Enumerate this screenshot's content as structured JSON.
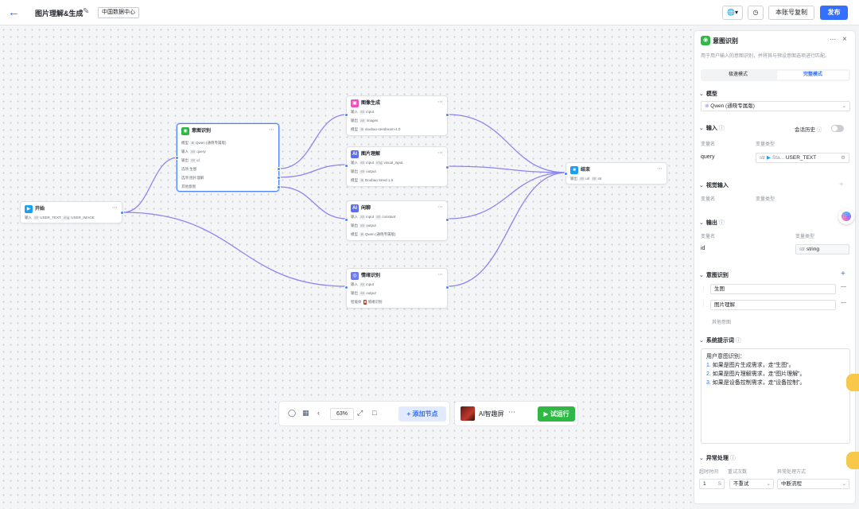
{
  "header": {
    "title": "图片理解&生成",
    "region": "中国数据中心",
    "copy_btn": "本账号复制",
    "publish_btn": "发布"
  },
  "nodes": {
    "start": {
      "title": "开始",
      "r1_k": "输入",
      "r1_a": "USER_TEXT",
      "r1_b": "USER_IMAGE"
    },
    "intent": {
      "title": "意图识别",
      "r1_k": "模型",
      "r1_v": "Qwen (通晓专属版)",
      "r2_k": "输入",
      "r2_v": "query",
      "r3_k": "输出",
      "r3_v": "id",
      "r4_k": "选项",
      "r4_v": "生图",
      "r5_k": "选项",
      "r5_v": "图片理解",
      "r6": "其他意图"
    },
    "imggen": {
      "title": "图像生成",
      "r1_k": "输入",
      "r1_v": "input",
      "r2_k": "输出",
      "r2_v": "images",
      "r3_k": "模型",
      "r3_v": "doubao-seedream-4.0"
    },
    "imgund": {
      "title": "图片理解",
      "r1_k": "输入",
      "r1_a": "input",
      "r1_b": "visual_input",
      "r2_k": "输出",
      "r2_v": "output",
      "r3_k": "模型",
      "r3_v": "Doubao Seed 1.6"
    },
    "chat": {
      "title": "闲聊",
      "r1_k": "输入",
      "r1_a": "input",
      "r1_b": "constant",
      "r2_k": "输出",
      "r2_v": "output",
      "r3_k": "模型",
      "r3_v": "Qwen (通晓专属版)"
    },
    "emotion": {
      "title": "情绪识别",
      "r1_k": "输入",
      "r1_v": "input",
      "r2_k": "输出",
      "r2_v": "output",
      "r3_k": "智能体",
      "r3_v": "情绪识别"
    },
    "end": {
      "title": "结束",
      "r1_k": "输出",
      "r1_a": "url",
      "r1_b": "str"
    }
  },
  "toolbar": {
    "zoom": "63%",
    "add_node": "添加节点",
    "agent_name": "AI智趣屏",
    "run": "试运行"
  },
  "panel": {
    "title": "意图识别",
    "desc": "用于用户输入的意图识别，并将其与预设意图选项进行匹配。",
    "mode_fast": "极速模式",
    "mode_full": "完整模式",
    "model_sec": "模型",
    "model_val": "Qwen (通晓专属版)",
    "input_sec": "输入",
    "history_lbl": "会话历史",
    "col_name": "变量名",
    "col_type": "变量类型",
    "input_name": "query",
    "input_ref_prefix": "Sta...",
    "input_ref": "USER_TEXT",
    "visual_sec": "视觉输入",
    "output_sec": "输出",
    "output_name": "id",
    "output_type": "string",
    "intent_sec": "意图识别",
    "intent1": "生图",
    "intent2": "图片理解",
    "intent_other": "其他意图",
    "prompt_sec": "系统提示词",
    "prompt_l0": "用户意图识别：",
    "prompt_n1": "1.",
    "prompt_l1": " 如果是图片生成需求，走“生图”。",
    "prompt_n2": "2.",
    "prompt_l2": " 如果是图片理解需求，走“图片理解”。",
    "prompt_n3": "3.",
    "prompt_l3": " 如果是设备控制需求，走“设备控制”。",
    "err_sec": "异常处理",
    "timeout_lbl": "超时时间",
    "retry_lbl": "重试次数",
    "method_lbl": "异常处理方式",
    "timeout_val": "1",
    "timeout_unit": "S",
    "retry_val": "不重试",
    "method_val": "中断流程"
  },
  "colors": {
    "accent": "#3370ff",
    "run": "#2fb844",
    "edge": "#8c84f2"
  }
}
